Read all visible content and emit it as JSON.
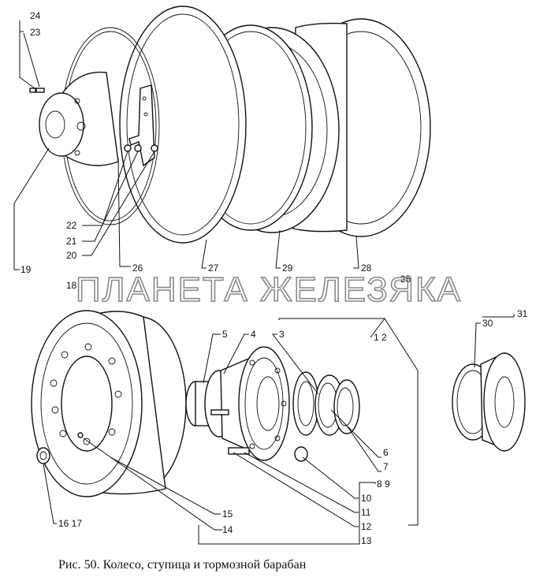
{
  "watermark": "ПЛАНЕТА ЖЕЛЕЗЯКА",
  "caption": "Рис. 50. Колесо, ступица и тормозной барабан",
  "labels": {
    "l24": "24",
    "l23": "23",
    "l22": "22",
    "l21": "21",
    "l20": "20",
    "l19": "19",
    "l18": "18",
    "l26": "26",
    "l27": "27",
    "l29": "29",
    "l28": "28",
    "l25": "25",
    "l5": "5",
    "l4": "4",
    "l3": "3",
    "l1_2": "1  2",
    "l30": "30",
    "l31": "31",
    "l6": "6",
    "l7": "7",
    "l8_9": "8  9",
    "l10": "10",
    "l11": "11",
    "l12": "12",
    "l13": "13",
    "l14": "14",
    "l15": "15",
    "l16_17": "16 17"
  }
}
